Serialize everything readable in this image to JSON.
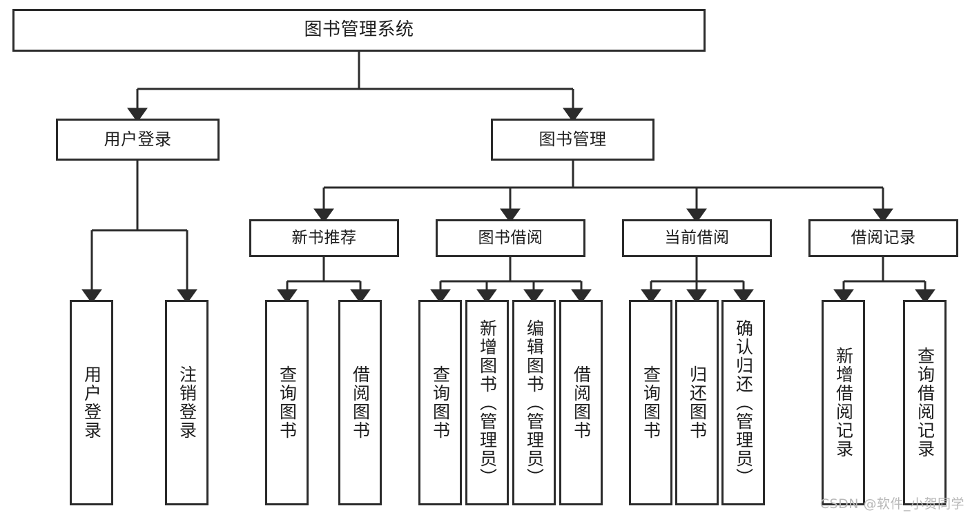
{
  "diagram": {
    "title": "图书管理系统",
    "type": "tree-hierarchy",
    "root": {
      "label": "图书管理系统"
    },
    "level2": [
      {
        "label": "用户登录"
      },
      {
        "label": "图书管理"
      }
    ],
    "level3": [
      {
        "label": "新书推荐"
      },
      {
        "label": "图书借阅"
      },
      {
        "label": "当前借阅"
      },
      {
        "label": "借阅记录"
      }
    ],
    "leaves": {
      "user_login": [
        {
          "label": "用户登录"
        },
        {
          "label": "注销登录"
        }
      ],
      "new_book_recommend": [
        {
          "label": "查询图书"
        },
        {
          "label": "借阅图书"
        }
      ],
      "book_borrow": [
        {
          "label": "查询图书"
        },
        {
          "label": "新增图书（管理员）"
        },
        {
          "label": "编辑图书（管理员）"
        },
        {
          "label": "借阅图书"
        }
      ],
      "current_borrow": [
        {
          "label": "查询图书"
        },
        {
          "label": "归还图书"
        },
        {
          "label": "确认归还（管理员）"
        }
      ],
      "borrow_record": [
        {
          "label": "新增借阅记录"
        },
        {
          "label": "查询借阅记录"
        }
      ]
    }
  },
  "watermark": {
    "text": "CSDN @软件_小贺同学"
  },
  "colors": {
    "box_border": "#2b2b2b",
    "box_fill": "#ffffff",
    "connector": "#2b2b2b",
    "text": "#1d1d1d",
    "watermark": "#b8b8b8",
    "background": "#ffffff"
  }
}
